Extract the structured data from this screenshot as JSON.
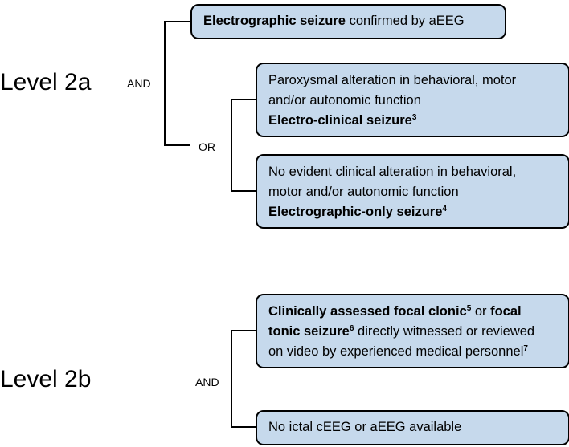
{
  "levels": [
    {
      "label": "Level 2a",
      "and_label": "AND",
      "or_label": "OR",
      "box_primary": {
        "bold": "Electrographic seizure",
        "rest": " confirmed by aEEG"
      },
      "box_or_1": {
        "line1": "Paroxysmal alteration in behavioral, motor",
        "line2": "and/or autonomic function",
        "bold": "Electro-clinical seizure",
        "sup": "3"
      },
      "box_or_2": {
        "line1": "No evident clinical alteration in behavioral,",
        "line2": "motor and/or autonomic function",
        "bold": "Electrographic-only seizure",
        "sup": "4"
      }
    },
    {
      "label": "Level 2b",
      "and_label": "AND",
      "box_1": {
        "bold1": "Clinically assessed focal clonic",
        "sup1": "5",
        "mid": " or ",
        "bold2a": "focal",
        "bold2b": "tonic seizure",
        "sup2": "6",
        "rest2": " directly witnessed or reviewed",
        "line3": "on video by experienced medical personnel",
        "sup3": "7"
      },
      "box_2": {
        "text": "No ictal cEEG or aEEG available"
      }
    }
  ],
  "colors": {
    "box_fill": "#c6d9ec",
    "border": "#000000"
  }
}
